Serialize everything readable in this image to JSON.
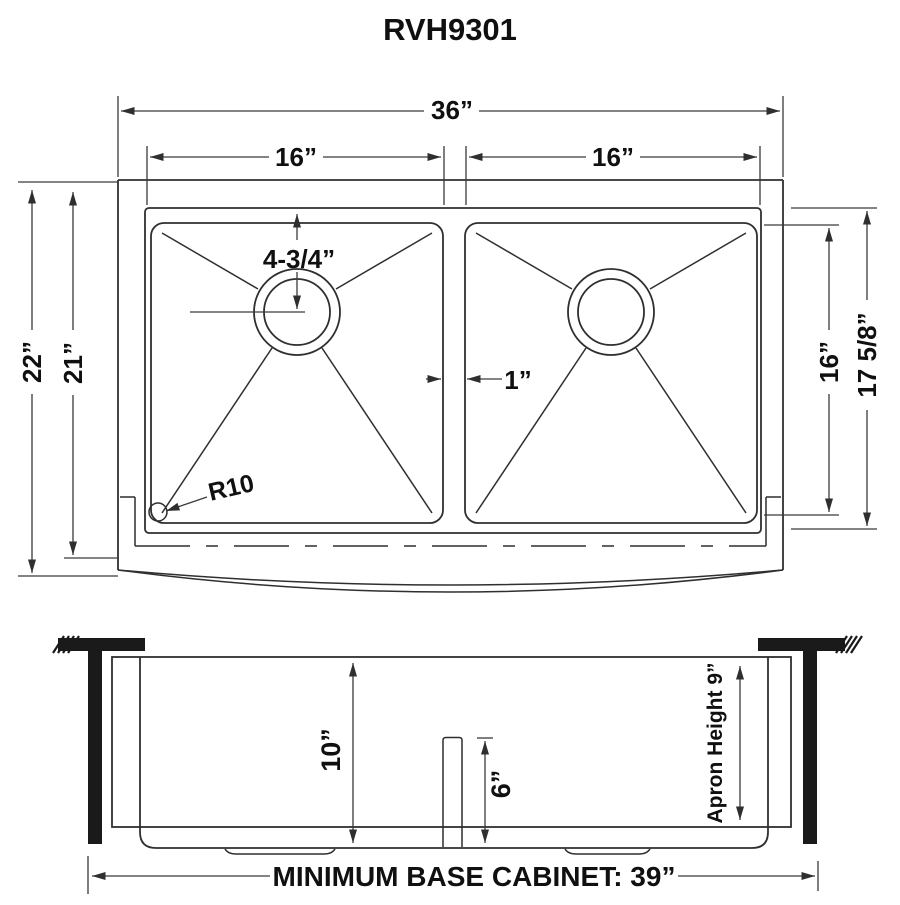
{
  "title": "RVH9301",
  "colors": {
    "line": "#2f2f2f",
    "dimension": "#3a3a3a",
    "text": "#101010",
    "cabinet_fill": "#1a1a1a",
    "background": "#ffffff"
  },
  "top_view": {
    "width_overall": "36”",
    "bowl_width_left": "16”",
    "bowl_width_right": "16”",
    "depth_overall": "22”",
    "depth_body": "21”",
    "drain_offset_from_back": "4-3/4”",
    "divider_width": "1”",
    "corner_radius": "R10",
    "bowl_front_to_back": "16”",
    "rim_front_to_back": "17 5/8”"
  },
  "front_view": {
    "bowl_depth": "10”",
    "divider_height": "6”",
    "apron_height": "Apron Height  9”",
    "cabinet_note": "MINIMUM BASE CABINET: 39”"
  }
}
